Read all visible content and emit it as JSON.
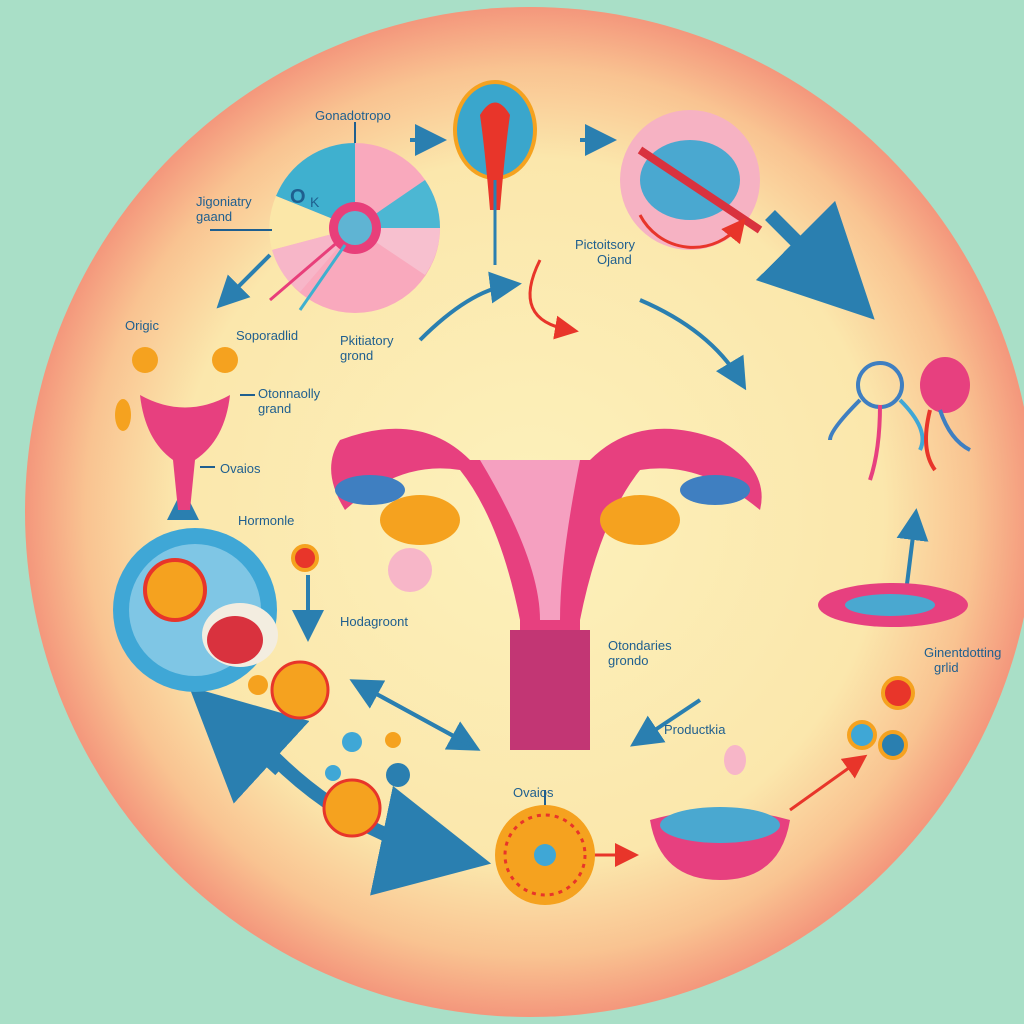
{
  "colors": {
    "background": "#a9dfc7",
    "disc_center": "#fbefb6",
    "disc_edge": "#f4977c",
    "arrow_blue": "#2a7fb0",
    "arrow_red": "#e8352a",
    "uterus_pink": "#e7407f",
    "ovary_orange": "#f5a21f",
    "label_blue": "#1f5f8f"
  },
  "labels": {
    "gonadotropo": "Gonadotropo",
    "jigoniatry_1": "Jigoniatry",
    "jigoniatry_2": "gaand",
    "origic": "Origic",
    "soporadlid": "Soporadlid",
    "pikitiary_left_1": "Pkitiatory",
    "pikitiary_left_2": "grond",
    "otonnaolly_1": "Otonnaolly",
    "otonnaolly_2": "grand",
    "ovaios_left": "Ovaios",
    "pictoitsory_1": "Pictoitsory",
    "pictoitsory_2": "Ojand",
    "hormonle": "Hormonle",
    "hodagroont": "Hodagroont",
    "otondaries_1": "Otondaries",
    "otondaries_2": "grondo",
    "productkia": "Productkia",
    "ovaies_bottom": "Ovaios",
    "ginentdotting_1": "Ginentdotting",
    "ginentdotting_2": "grlid"
  },
  "pie_text": {
    "o_label": "O",
    "k_label": "K"
  }
}
